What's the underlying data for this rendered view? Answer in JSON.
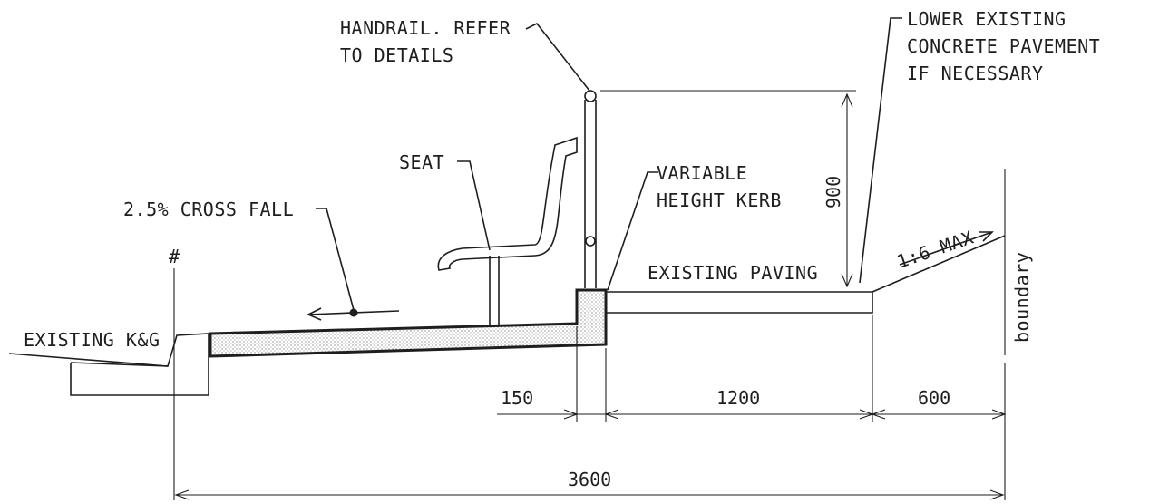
{
  "labels": {
    "handrail": [
      "HANDRAIL. REFER",
      "TO DETAILS"
    ],
    "lower_existing": [
      "LOWER EXISTING",
      "CONCRETE PAVEMENT",
      "IF NECESSARY"
    ],
    "seat": "SEAT",
    "variable_kerb": [
      "VARIABLE",
      "HEIGHT KERB"
    ],
    "cross_fall": "2.5% CROSS FALL",
    "hash": "#",
    "existing_kg": "EXISTING K&G",
    "existing_paving": "EXISTING PAVING",
    "slope": "1:6 MAX",
    "boundary": "boundary"
  },
  "dimensions": {
    "handrail_height": "900",
    "kerb_width": "150",
    "paving_width": "1200",
    "ramp_width": "600",
    "overall_width": "3600"
  },
  "colors": {
    "ink": "#1e1e1e",
    "paper": "#ffffff",
    "hatch": "#b8b8b8"
  }
}
